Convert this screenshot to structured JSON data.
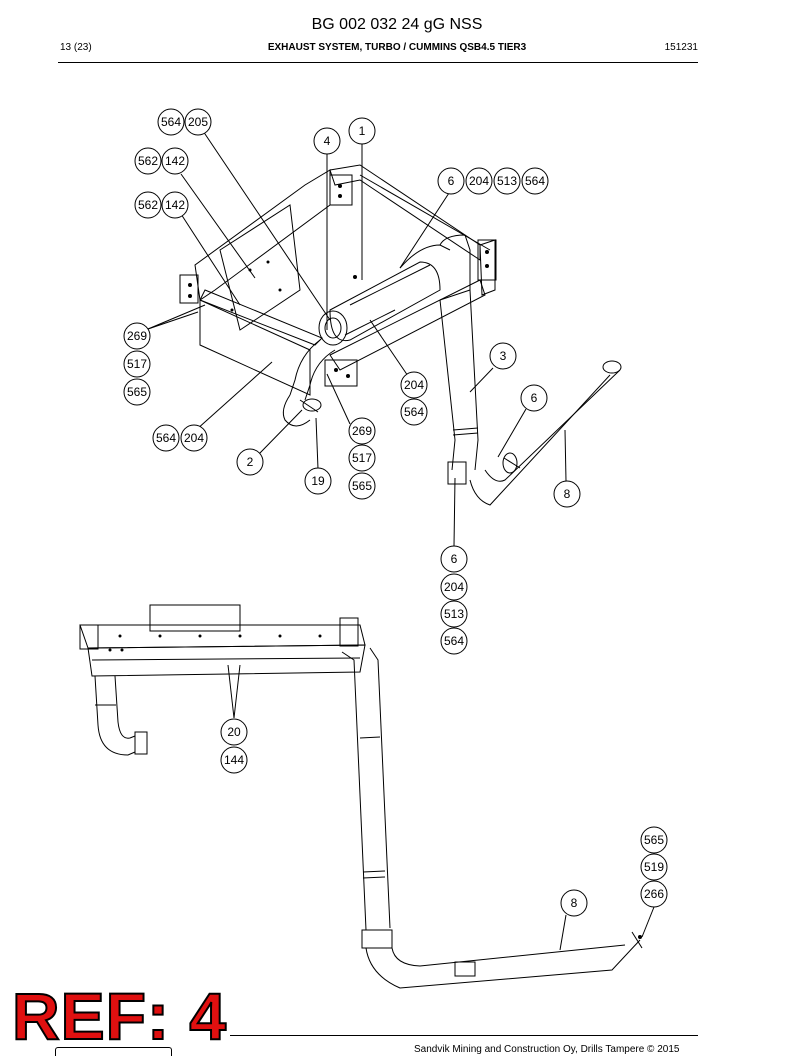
{
  "header": {
    "doc_id": "BG 002 032 24 gG NSS",
    "page": "13 (23)",
    "title": "EXHAUST SYSTEM, TURBO / CUMMINS QSB4.5 TIER3",
    "date_code": "151231"
  },
  "footer": {
    "copyright": "Sandvik Mining and Construction Oy, Drills Tampere © 2015",
    "stamp": "REF: 4"
  },
  "callouts": {
    "c564a": "564",
    "c205": "205",
    "c562a": "562",
    "c142a": "142",
    "c562b": "562",
    "c142b": "142",
    "c4": "4",
    "c1": "1",
    "c6a": "6",
    "c204a": "204",
    "c513a": "513",
    "c564b": "564",
    "c269a": "269",
    "c517a": "517",
    "c565a": "565",
    "c3": "3",
    "c204b": "204",
    "c564c": "564",
    "c6b": "6",
    "c564d": "564",
    "c204c": "204",
    "c269b": "269",
    "c517b": "517",
    "c565b": "565",
    "c2": "2",
    "c19": "19",
    "c8a": "8",
    "c6c": "6",
    "c204d": "204",
    "c513b": "513",
    "c564e": "564",
    "c20": "20",
    "c144": "144",
    "c565c": "565",
    "c519": "519",
    "c266": "266",
    "c8b": "8"
  }
}
